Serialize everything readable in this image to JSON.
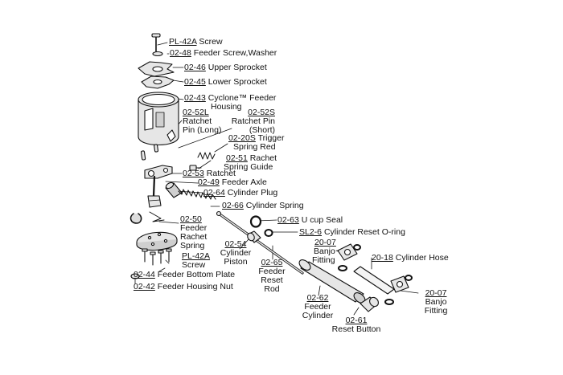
{
  "parts": [
    {
      "id": "pl42a_top",
      "num": "PL-42A",
      "desc": "Screw"
    },
    {
      "id": "p0248",
      "num": "02-48",
      "desc": "Feeder Screw,Washer"
    },
    {
      "id": "p0246",
      "num": "02-46",
      "desc": "Upper Sprocket"
    },
    {
      "id": "p0245",
      "num": "02-45",
      "desc": "Lower Sprocket"
    },
    {
      "id": "p0243",
      "num": "02-43",
      "desc": "Cyclone™ Feeder",
      "desc2": "Housing"
    },
    {
      "id": "p0252l",
      "num": "02-52L",
      "desc": "Ratchet",
      "desc2": "Pin (Long)"
    },
    {
      "id": "p0252s",
      "num": "02-52S",
      "desc": "Ratchet Pin",
      "desc2": "(Short)"
    },
    {
      "id": "p0220s",
      "num": "02-20S",
      "desc": "Trigger",
      "desc2": "Spring Red"
    },
    {
      "id": "p0251",
      "num": "02-51",
      "desc": "Rachet",
      "desc2": "Spring Guide"
    },
    {
      "id": "p0253",
      "num": "02-53",
      "desc": "Ratchet"
    },
    {
      "id": "p0249",
      "num": "02-49",
      "desc": "Feeder Axle"
    },
    {
      "id": "p0264",
      "num": "02-64",
      "desc": "Cylinder Plug"
    },
    {
      "id": "p0266",
      "num": "02-66",
      "desc": "Cylinder Spring"
    },
    {
      "id": "p0263",
      "num": "02-63",
      "desc": "U cup Seal"
    },
    {
      "id": "psl26",
      "num": "SL2-6",
      "desc": "Cylinder Reset O-ring"
    },
    {
      "id": "p0250",
      "num": "02-50",
      "desc": "Feeder",
      "desc2": "Rachet",
      "desc3": "Spring"
    },
    {
      "id": "p0254",
      "num": "02-54",
      "desc": "Cylinder",
      "desc2": "Piston"
    },
    {
      "id": "pl42a_bot",
      "num": "PL-42A",
      "desc": "Screw"
    },
    {
      "id": "p2007a",
      "num": "20-07",
      "desc": "Banjo",
      "desc2": "Fitting"
    },
    {
      "id": "p2018",
      "num": "20-18",
      "desc": "Cylinder Hose"
    },
    {
      "id": "p0265",
      "num": "02-65",
      "desc": "Feeder",
      "desc2": "Reset",
      "desc3": "Rod"
    },
    {
      "id": "p0244",
      "num": "02-44",
      "desc": "Feeder Bottom Plate"
    },
    {
      "id": "p0242",
      "num": "02-42",
      "desc": "Feeder Housing Nut"
    },
    {
      "id": "p2007b",
      "num": "20-07",
      "desc": "Banjo",
      "desc2": "Fitting"
    },
    {
      "id": "p0262",
      "num": "02-62",
      "desc": "Feeder",
      "desc2": "Cylinder"
    },
    {
      "id": "p0261",
      "num": "02-61",
      "desc": "Reset Button"
    }
  ]
}
